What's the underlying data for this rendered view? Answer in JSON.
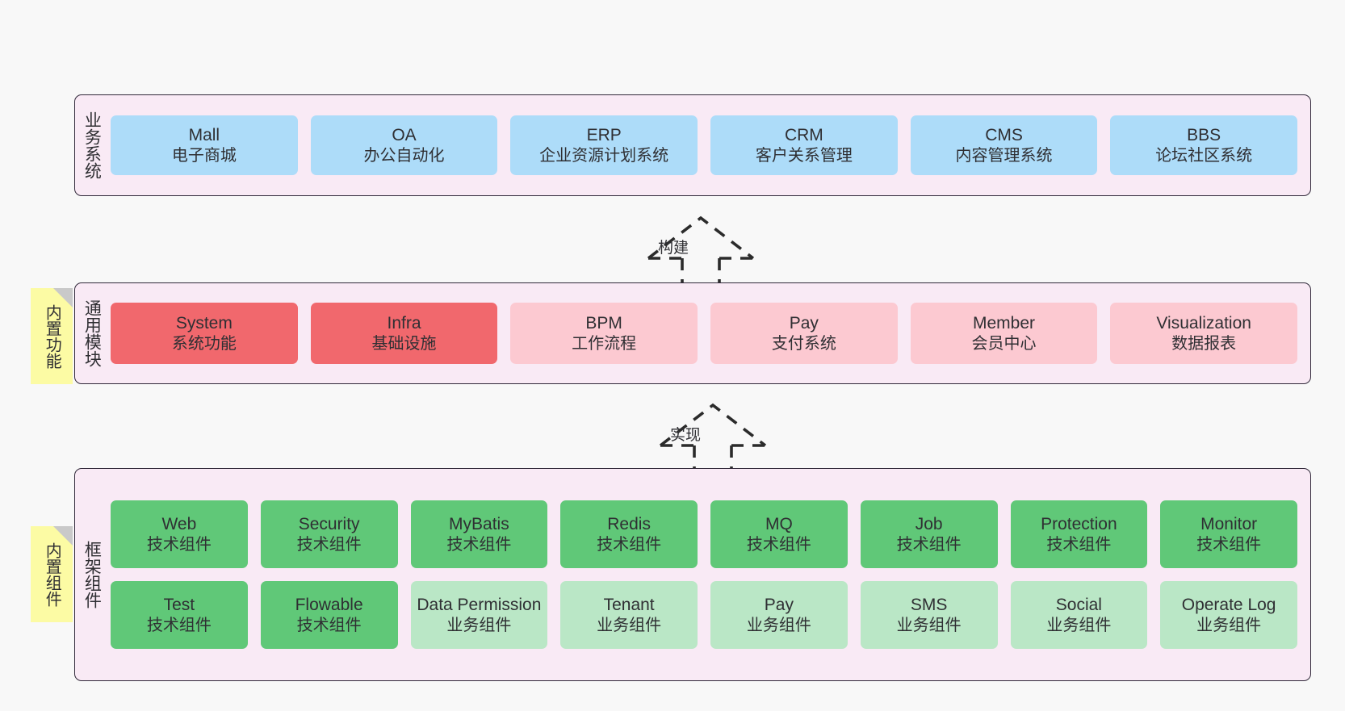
{
  "diagram": {
    "title": "系统架构图",
    "background": "#f8f8f8",
    "layer_fill": "#f9eaf5",
    "layer_border": "#31293a",
    "note_fill": "#fcfba4",
    "colors": {
      "business": "#addcf9",
      "core_module": "#f1686d",
      "module": "#fcc9d1",
      "tech_component": "#60c878",
      "biz_component": "#bae7c6"
    }
  },
  "layers": [
    {
      "id": "business-system",
      "title": "业务系统",
      "note": null,
      "rows": [
        {
          "boxes": [
            {
              "en": "Mall",
              "cn": "电子商城",
              "color": "c-blue"
            },
            {
              "en": "OA",
              "cn": "办公自动化",
              "color": "c-blue"
            },
            {
              "en": "ERP",
              "cn": "企业资源计划系统",
              "color": "c-blue"
            },
            {
              "en": "CRM",
              "cn": "客户关系管理",
              "color": "c-blue"
            },
            {
              "en": "CMS",
              "cn": "内容管理系统",
              "color": "c-blue"
            },
            {
              "en": "BBS",
              "cn": "论坛社区系统",
              "color": "c-blue"
            }
          ]
        }
      ]
    },
    {
      "id": "common-module",
      "title": "通用模块",
      "note": "内置功能",
      "rows": [
        {
          "boxes": [
            {
              "en": "System",
              "cn": "系统功能",
              "color": "c-red"
            },
            {
              "en": "Infra",
              "cn": "基础设施",
              "color": "c-red"
            },
            {
              "en": "BPM",
              "cn": "工作流程",
              "color": "c-pink"
            },
            {
              "en": "Pay",
              "cn": "支付系统",
              "color": "c-pink"
            },
            {
              "en": "Member",
              "cn": "会员中心",
              "color": "c-pink"
            },
            {
              "en": "Visualization",
              "cn": "数据报表",
              "color": "c-pink"
            }
          ]
        }
      ]
    },
    {
      "id": "framework-component",
      "title": "框架组件",
      "note": "内置组件",
      "rows": [
        {
          "boxes": [
            {
              "en": "Web",
              "cn": "技术组件",
              "color": "c-green"
            },
            {
              "en": "Security",
              "cn": "技术组件",
              "color": "c-green"
            },
            {
              "en": "MyBatis",
              "cn": "技术组件",
              "color": "c-green"
            },
            {
              "en": "Redis",
              "cn": "技术组件",
              "color": "c-green"
            },
            {
              "en": "MQ",
              "cn": "技术组件",
              "color": "c-green"
            },
            {
              "en": "Job",
              "cn": "技术组件",
              "color": "c-green"
            },
            {
              "en": "Protection",
              "cn": "技术组件",
              "color": "c-green"
            },
            {
              "en": "Monitor",
              "cn": "技术组件",
              "color": "c-green"
            }
          ]
        },
        {
          "boxes": [
            {
              "en": "Test",
              "cn": "技术组件",
              "color": "c-green"
            },
            {
              "en": "Flowable",
              "cn": "技术组件",
              "color": "c-green"
            },
            {
              "en": "Data Permission",
              "cn": "业务组件",
              "color": "c-lightgreen"
            },
            {
              "en": "Tenant",
              "cn": "业务组件",
              "color": "c-lightgreen"
            },
            {
              "en": "Pay",
              "cn": "业务组件",
              "color": "c-lightgreen"
            },
            {
              "en": "SMS",
              "cn": "业务组件",
              "color": "c-lightgreen"
            },
            {
              "en": "Social",
              "cn": "业务组件",
              "color": "c-lightgreen"
            },
            {
              "en": "Operate Log",
              "cn": "业务组件",
              "color": "c-lightgreen"
            }
          ]
        }
      ]
    }
  ],
  "connectors": [
    {
      "id": "build",
      "label": "构建",
      "style": "dashed-hollow-arrow-up"
    },
    {
      "id": "implement",
      "label": "实现",
      "style": "dashed-hollow-arrow-up"
    }
  ]
}
